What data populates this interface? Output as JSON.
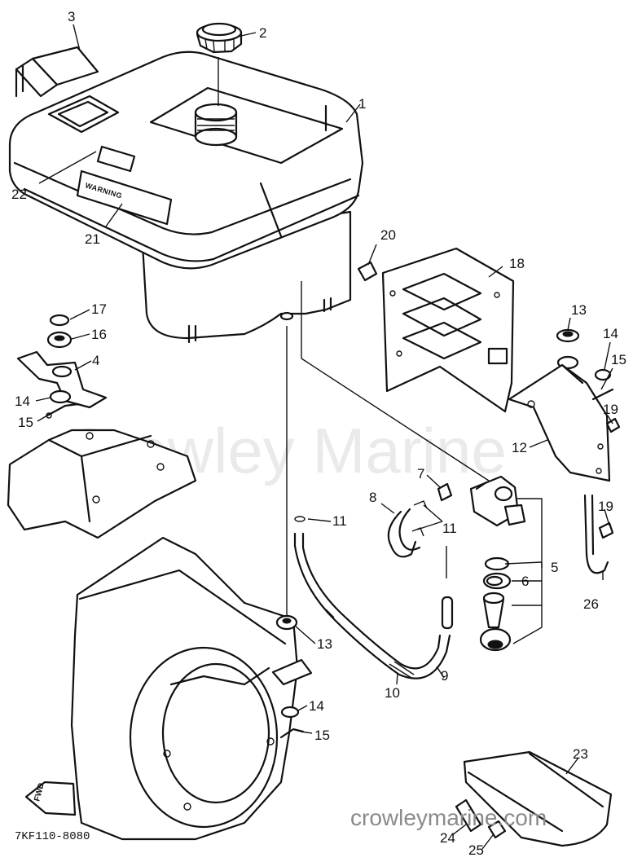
{
  "callouts": {
    "c1": "1",
    "c2": "2",
    "c3": "3",
    "c4": "4",
    "c5": "5",
    "c6": "6",
    "c7": "7",
    "c8": "8",
    "c9": "9",
    "c10": "10",
    "c11a": "11",
    "c11b": "11",
    "c12": "12",
    "c13a": "13",
    "c13b": "13",
    "c14a": "14",
    "c14b": "14",
    "c14c": "14",
    "c15a": "15",
    "c15b": "15",
    "c15c": "15",
    "c16": "16",
    "c17": "17",
    "c18": "18",
    "c19a": "19",
    "c19b": "19",
    "c20": "20",
    "c21": "21",
    "c22": "22",
    "c23": "23",
    "c24": "24",
    "c25": "25",
    "c26": "26"
  },
  "warning_label": "WARNING",
  "fwd_label": "FWD",
  "watermark": "Crowley Marine",
  "site_url": "crowleymarine.com",
  "drawing_code": "7KF110-8080"
}
